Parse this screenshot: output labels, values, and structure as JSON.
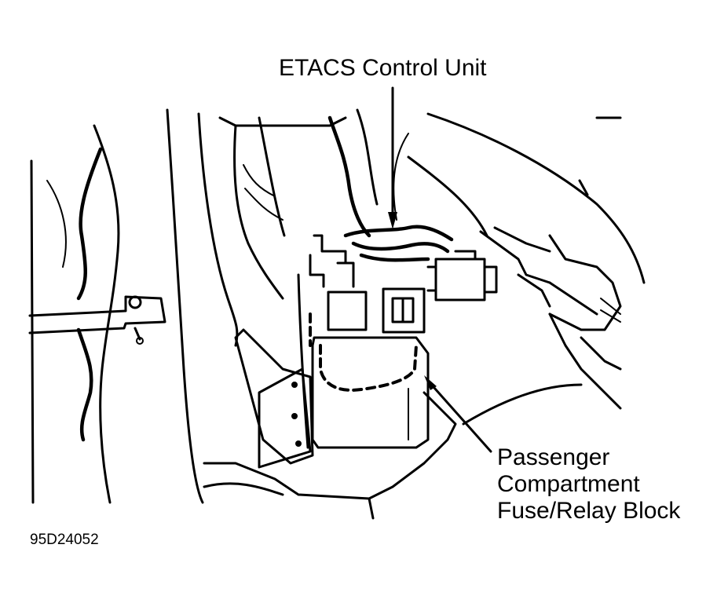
{
  "labels": {
    "etacs": "ETACS Control Unit",
    "fuse_block_lines": [
      "Passenger",
      "Compartment",
      "Fuse/Relay Block"
    ],
    "figure_code": "95D24052"
  },
  "colors": {
    "ink": "#000000",
    "background": "#ffffff"
  }
}
